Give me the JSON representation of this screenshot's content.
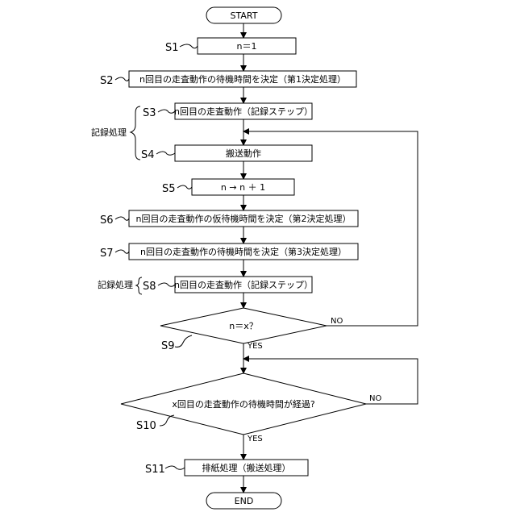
{
  "start": "START",
  "end": "END",
  "yes": "YES",
  "no": "NO",
  "steps": {
    "s1": {
      "label": "S1",
      "text": "n＝1"
    },
    "s2": {
      "label": "S2",
      "text": "n回目の走査動作の待機時間を決定（第1決定処理）"
    },
    "s3": {
      "label": "S3",
      "text": "n回目の走査動作（記録ステップ）"
    },
    "s4": {
      "label": "S4",
      "text": "搬送動作"
    },
    "s5": {
      "label": "S5",
      "text": "n → n ＋ 1"
    },
    "s6": {
      "label": "S6",
      "text": "n回目の走査動作の仮待機時間を決定（第2決定処理）"
    },
    "s7": {
      "label": "S7",
      "text": "n回目の走査動作の待機時間を決定（第3決定処理）"
    },
    "s8": {
      "label": "S8",
      "text": "n回目の走査動作（記録ステップ）"
    },
    "s9": {
      "label": "S9",
      "text": "n＝x？"
    },
    "s10": {
      "label": "S10",
      "text": "x回目の走査動作の待機時間が経過?"
    },
    "s11": {
      "label": "S11",
      "text": "排紙処理（搬送処理）"
    }
  },
  "recording_process_1": "記録処理",
  "recording_process_2": "記録処理"
}
